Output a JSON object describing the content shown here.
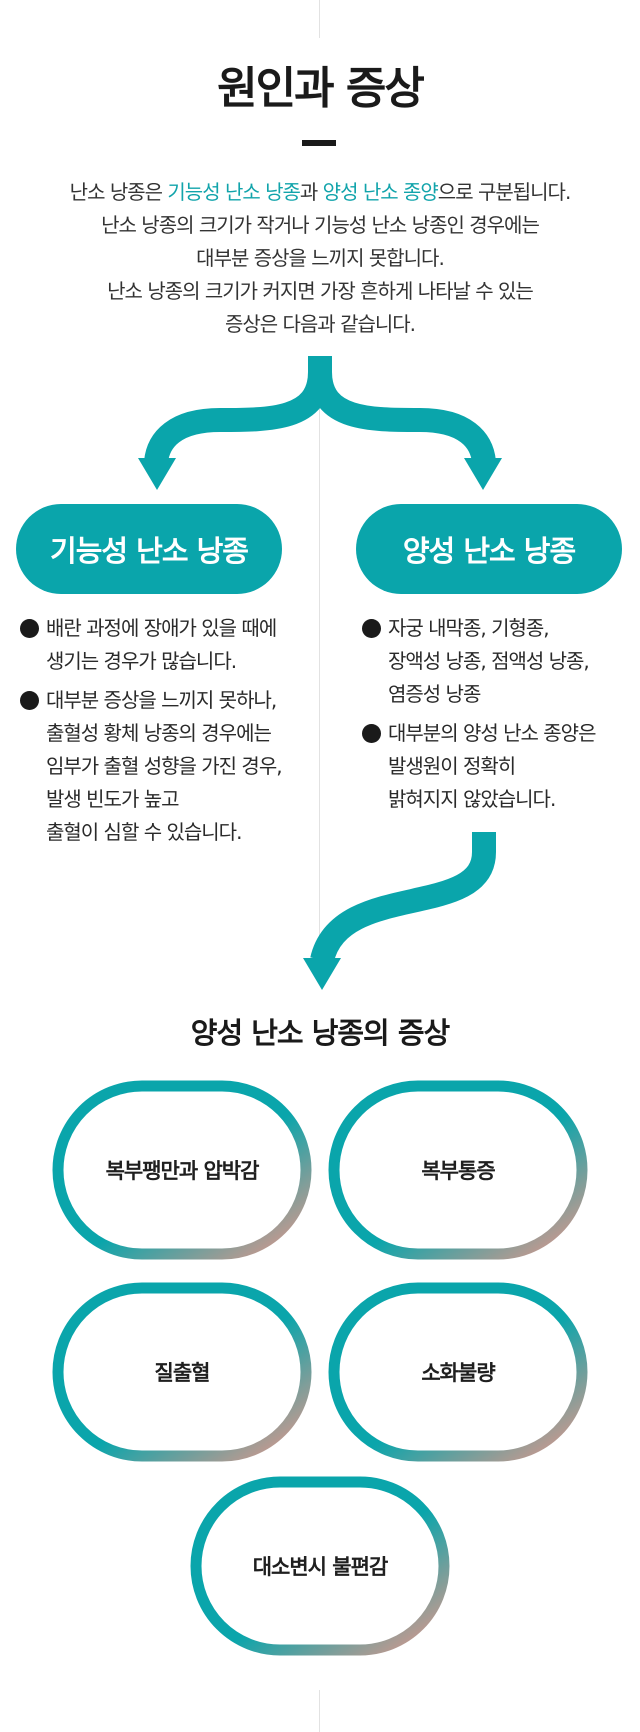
{
  "header": {
    "title": "원인과 증상"
  },
  "intro": {
    "line1_a": "난소 낭종은 ",
    "line1_hl1": "기능성 난소 낭종",
    "line1_b": "과 ",
    "line1_hl2": "양성 난소 종양",
    "line1_c": "으로 구분됩니다.",
    "line2": "난소 낭종의 크기가 작거나 기능성 난소 낭종인 경우에는",
    "line3": "대부분 증상을 느끼지 못합니다.",
    "line4": "난소 낭종의 크기가 커지면 가장 흔하게 나타날 수 있는",
    "line5": "증상은 다음과 같습니다."
  },
  "functional": {
    "label": "기능성 난소 낭종",
    "items": [
      "배란 과정에 장애가 있을 때에\n생기는 경우가 많습니다.",
      "대부분 증상을 느끼지 못하나,\n출혈성 황체 낭종의 경우에는\n임부가 출혈 성향을 가진 경우,\n발생 빈도가 높고\n출혈이 심할 수 있습니다."
    ]
  },
  "benign": {
    "label": "양성 난소 낭종",
    "items": [
      "자궁 내막종, 기형종,\n장액성 낭종, 점액성 낭종,\n염증성 낭종",
      "대부분의 양성 난소 종양은\n발생원이 정확히\n밝혀지지 않았습니다."
    ]
  },
  "symptoms": {
    "title": "양성 난소 낭종의 증상",
    "items": [
      "복부팽만과 압박감",
      "복부통증",
      "질출혈",
      "소화불량",
      "대소변시 불편감"
    ]
  },
  "colors": {
    "accent": "#0aa5ab",
    "highlight_text": "#12a4ab",
    "ring_end": "#e8978a",
    "text": "#222222"
  }
}
